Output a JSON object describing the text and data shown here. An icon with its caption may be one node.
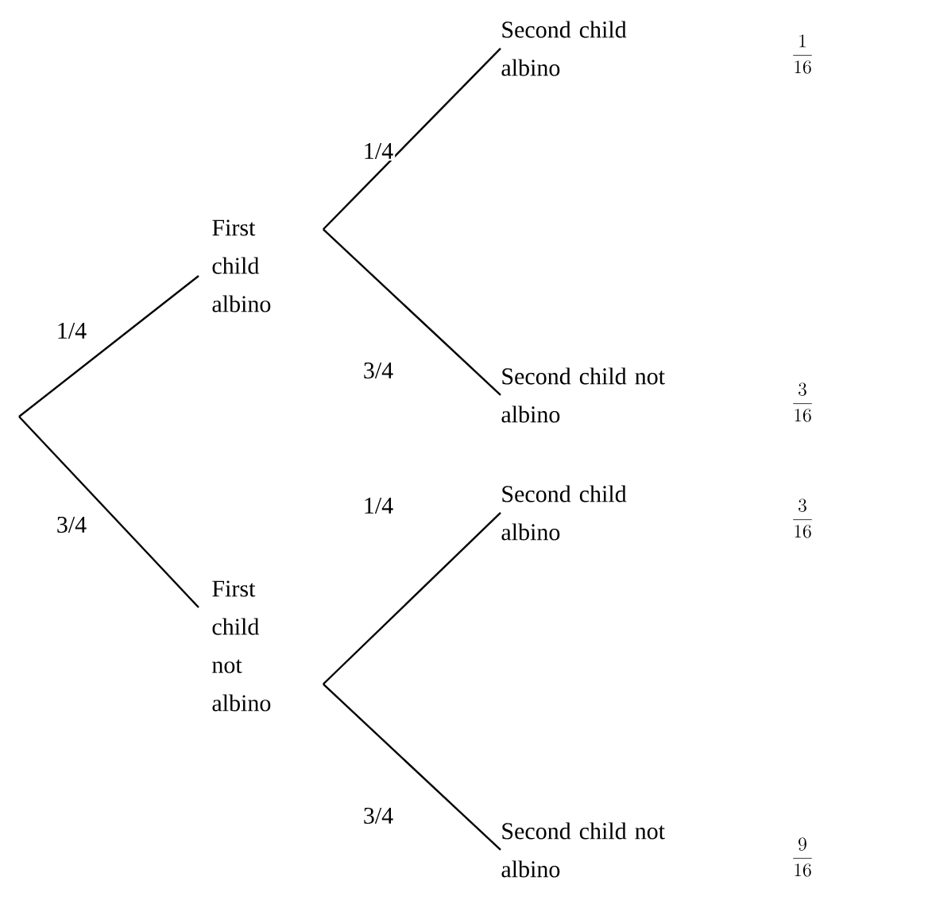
{
  "diagram": {
    "nodes": [
      {
        "text": [
          "First child albino"
        ]
      },
      {
        "text": [
          "First child not albino"
        ]
      },
      {
        "text": [
          "Second child albino"
        ]
      },
      {
        "text": [
          "Second child not albino"
        ]
      },
      {
        "text": [
          "Second child albino"
        ]
      },
      {
        "text": [
          "Second child not albino"
        ]
      }
    ],
    "edges": [
      {
        "from": null,
        "to": 0,
        "arrow": "none",
        "label": "1/4"
      },
      {
        "from": null,
        "to": 1,
        "arrow": "none",
        "label": "3/4"
      },
      {
        "from": 0,
        "to": 2,
        "arrow": "none",
        "label": "1/4"
      },
      {
        "from": 0,
        "to": 3,
        "arrow": "none",
        "label": "3/4"
      },
      {
        "from": 1,
        "to": 4,
        "arrow": "none",
        "label": "1/4"
      },
      {
        "from": 1,
        "to": 5,
        "arrow": "none",
        "label": "3/4"
      }
    ],
    "labels": [
      "\\frac{1}{16}",
      "\\frac{3}{16}",
      "\\frac{3}{16}",
      "\\frac{9}{16}"
    ]
  }
}
